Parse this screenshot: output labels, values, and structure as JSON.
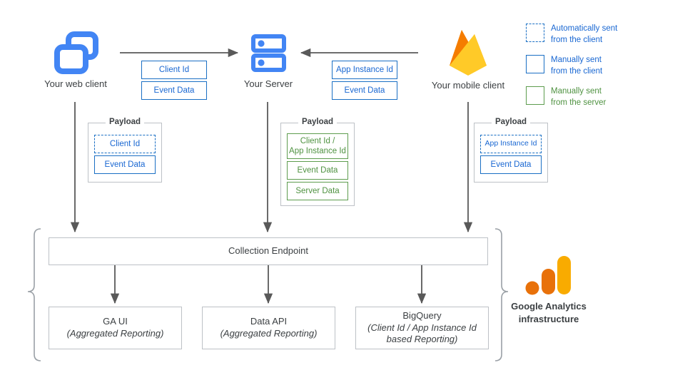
{
  "nodes": {
    "web_client": {
      "label": "Your web client",
      "icon": "browser-windows-icon"
    },
    "server": {
      "label": "Your Server",
      "icon": "server-racks-icon"
    },
    "mobile_client": {
      "label": "Your mobile client",
      "icon": "firebase-flame-icon"
    }
  },
  "transport_tags": {
    "web_to_server": [
      {
        "label": "Client Id",
        "style": "blue"
      },
      {
        "label": "Event Data",
        "style": "blue"
      }
    ],
    "mobile_to_server": [
      {
        "label": "App Instance Id",
        "style": "blue"
      },
      {
        "label": "Event Data",
        "style": "blue"
      }
    ]
  },
  "payloads": {
    "title": "Payload",
    "web": {
      "title": "Payload",
      "items": [
        {
          "label": "Client Id",
          "style": "blue",
          "dashed": true
        },
        {
          "label": "Event Data",
          "style": "blue",
          "dashed": false
        }
      ]
    },
    "server": {
      "title": "Payload",
      "items": [
        {
          "label": "Client Id /\nApp Instance Id",
          "style": "green",
          "dashed": false
        },
        {
          "label": "Event Data",
          "style": "green",
          "dashed": false
        },
        {
          "label": "Server Data",
          "style": "green",
          "dashed": false
        }
      ]
    },
    "mobile": {
      "title": "Payload",
      "items": [
        {
          "label": "App Instance Id",
          "style": "blue",
          "dashed": true
        },
        {
          "label": "Event Data",
          "style": "blue",
          "dashed": false
        }
      ]
    }
  },
  "infrastructure": {
    "collection_endpoint": "Collection Endpoint",
    "outputs": [
      {
        "title": "GA UI",
        "subtitle": "(Aggregated Reporting)"
      },
      {
        "title": "Data API",
        "subtitle": "(Aggregated Reporting)"
      },
      {
        "title": "BigQuery",
        "subtitle": "(Client Id / App Instance Id\nbased Reporting)"
      }
    ],
    "brand_caption": "Google Analytics\ninfrastructure"
  },
  "legend": {
    "items": [
      {
        "text": "Automatically sent\nfrom the client",
        "style": "blue",
        "dashed": true
      },
      {
        "text": "Manually sent\nfrom the client",
        "style": "blue",
        "dashed": false
      },
      {
        "text": "Manually sent\nfrom the server",
        "style": "green",
        "dashed": false
      }
    ]
  },
  "colors": {
    "blue_border": "#1a6fc4",
    "blue_text": "#1967d2",
    "green_border": "#5d9c4e",
    "green_text": "#4f9241",
    "gray_border": "#bdc1c6",
    "arrow": "#595959",
    "icon_blue": "#4285f4",
    "firebase_amber": "#ffa000",
    "firebase_yellow": "#ffca28",
    "firebase_orange": "#f57c00",
    "ga_orange": "#e8710a",
    "ga_yellow": "#f9ab00",
    "text": "#3c4043"
  }
}
